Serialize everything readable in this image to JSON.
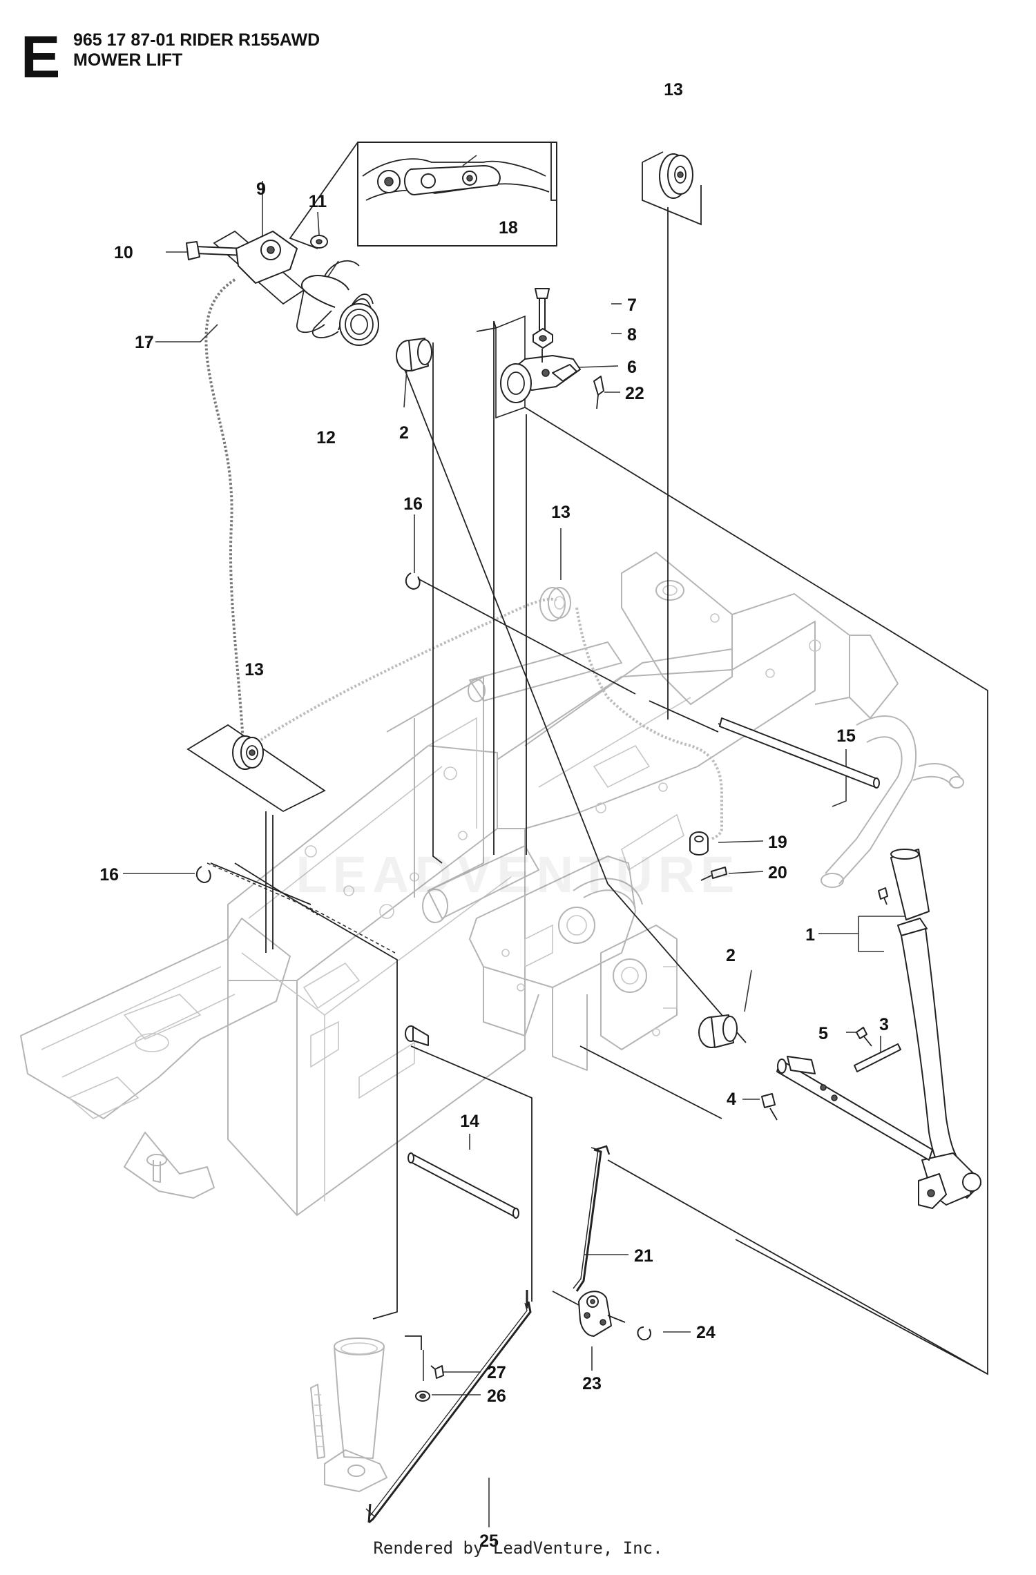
{
  "section": {
    "letter": "E"
  },
  "header": {
    "model_line": "965 17 87-01 RIDER R155AWD",
    "title": "MOWER LIFT"
  },
  "watermark": {
    "text": "LEADVENTURE"
  },
  "footer": {
    "text": "Rendered by LeadVenture, Inc."
  },
  "callouts": {
    "c1": "1",
    "c2a": "2",
    "c2b": "2",
    "c3": "3",
    "c4": "4",
    "c5": "5",
    "c6": "6",
    "c7": "7",
    "c8": "8",
    "c9": "9",
    "c10": "10",
    "c11": "11",
    "c12": "12",
    "c13a": "13",
    "c13b": "13",
    "c13c": "13",
    "c14": "14",
    "c15": "15",
    "c16a": "16",
    "c16b": "16",
    "c17": "17",
    "c18": "18",
    "c19": "19",
    "c20": "20",
    "c21": "21",
    "c22": "22",
    "c23": "23",
    "c24": "24",
    "c25": "25",
    "c26": "26",
    "c27": "27"
  }
}
